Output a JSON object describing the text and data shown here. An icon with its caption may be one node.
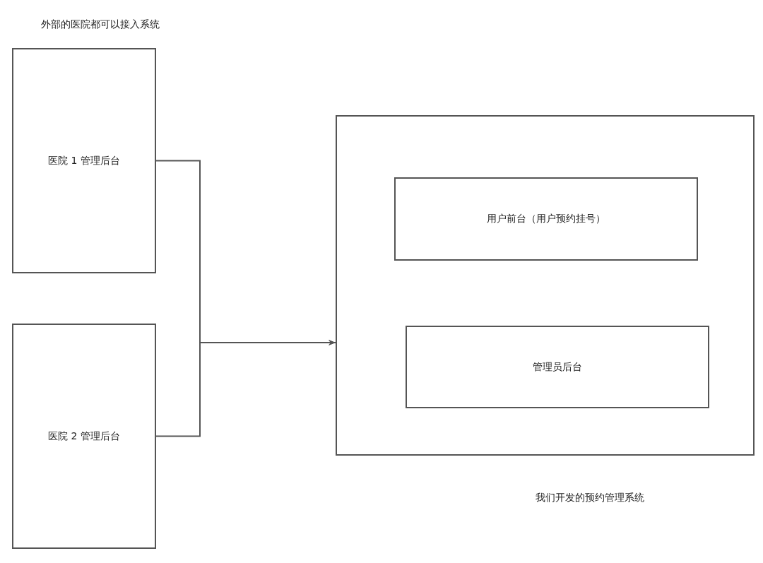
{
  "diagram": {
    "nodes": [
      {
        "text": [
          "医院 1 管理后台"
        ]
      },
      {
        "text": [
          "医院 2 管理后台"
        ]
      },
      {
        "text": [],
        "shape": "box",
        "beside": [
          "我们开发的预约管理系统"
        ]
      },
      {
        "text": [
          "用户前台（用户预约挂号）"
        ],
        "in": 2
      },
      {
        "text": [
          "管理员后台"
        ],
        "in": 2
      }
    ],
    "edges": [
      {
        "from": 0,
        "to": 2,
        "arrow": "to"
      },
      {
        "from": 1,
        "to": 2,
        "arrow": "to"
      }
    ],
    "labels": [
      "外部的医院都可以接入系统"
    ]
  }
}
